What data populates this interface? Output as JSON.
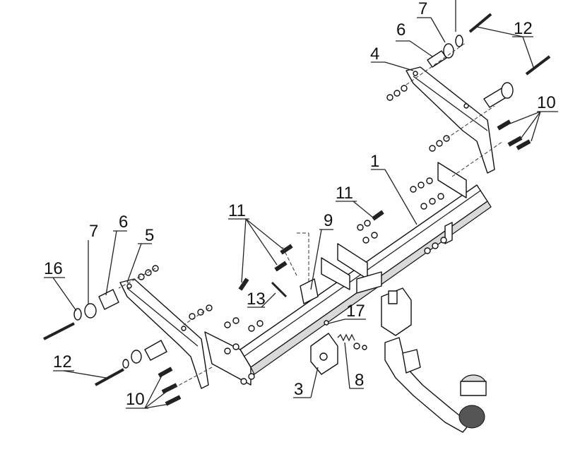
{
  "callouts": [
    {
      "id": "c1",
      "text": "1"
    },
    {
      "id": "c3",
      "text": "3"
    },
    {
      "id": "c4",
      "text": "4"
    },
    {
      "id": "c5",
      "text": "5"
    },
    {
      "id": "c6a",
      "text": "6"
    },
    {
      "id": "c6b",
      "text": "6"
    },
    {
      "id": "c7a",
      "text": "7"
    },
    {
      "id": "c7b",
      "text": "7"
    },
    {
      "id": "c8",
      "text": "8"
    },
    {
      "id": "c9",
      "text": "9"
    },
    {
      "id": "c10a",
      "text": "10"
    },
    {
      "id": "c10b",
      "text": "10"
    },
    {
      "id": "c11a",
      "text": "11"
    },
    {
      "id": "c11b",
      "text": "11"
    },
    {
      "id": "c12a",
      "text": "12"
    },
    {
      "id": "c12b",
      "text": "12"
    },
    {
      "id": "c13",
      "text": "13"
    },
    {
      "id": "c16",
      "text": "16"
    },
    {
      "id": "c17",
      "text": "17"
    }
  ]
}
